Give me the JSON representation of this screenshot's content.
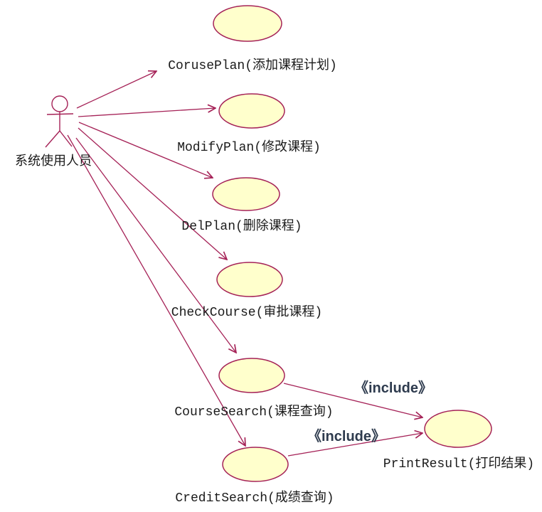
{
  "diagram": {
    "type": "uml-use-case-diagram",
    "actor": {
      "label": "系统使用人员"
    },
    "use_cases": [
      {
        "id": "coruse-plan",
        "label": "CorusePlan(添加课程计划)"
      },
      {
        "id": "modify-plan",
        "label": "ModifyPlan(修改课程)"
      },
      {
        "id": "del-plan",
        "label": "DelPlan(删除课程)"
      },
      {
        "id": "check-course",
        "label": "CheckCourse(审批课程)"
      },
      {
        "id": "course-search",
        "label": "CourseSearch(课程查询)"
      },
      {
        "id": "credit-search",
        "label": "CreditSearch(成绩查询)"
      },
      {
        "id": "print-result",
        "label": "PrintResult(打印结果)"
      }
    ],
    "associations": [
      {
        "from": "actor",
        "to": "coruse-plan"
      },
      {
        "from": "actor",
        "to": "modify-plan"
      },
      {
        "from": "actor",
        "to": "del-plan"
      },
      {
        "from": "actor",
        "to": "check-course"
      },
      {
        "from": "actor",
        "to": "course-search"
      },
      {
        "from": "actor",
        "to": "credit-search"
      }
    ],
    "include_links": [
      {
        "label": "《include》",
        "from": "course-search",
        "to": "print-result"
      },
      {
        "label": "《include》",
        "from": "credit-search",
        "to": "print-result"
      }
    ],
    "colors": {
      "stroke": "#a52257",
      "ellipse_fill": "#ffffcc",
      "label_text": "#1a1a1a",
      "include_text": "#2e3b4e",
      "background": "#ffffff"
    }
  }
}
